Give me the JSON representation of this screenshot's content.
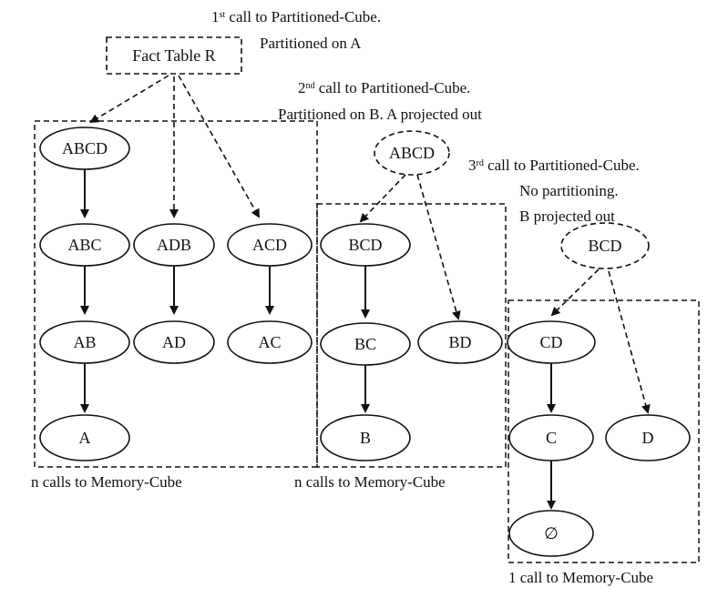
{
  "fact_table": "Fact Table R",
  "calls": {
    "first": {
      "ord": "1",
      "sup": "st",
      "line1": " call to Partitioned-Cube.",
      "line2": "Partitioned on A"
    },
    "second": {
      "ord": "2",
      "sup": "nd",
      "line1": " call to Partitioned-Cube.",
      "line2": "Partitioned on B. A projected out"
    },
    "third": {
      "ord": "3",
      "sup": "rd",
      "line1": " call to Partitioned-Cube.",
      "line2": "No partitioning.",
      "line3": "B projected out"
    }
  },
  "nodes": {
    "abcd1": "ABCD",
    "abc": "ABC",
    "adb": "ADB",
    "acd": "ACD",
    "ab": "AB",
    "ad": "AD",
    "ac": "AC",
    "a": "A",
    "abcd2": "ABCD",
    "bcd1": "BCD",
    "bc": "BC",
    "bd": "BD",
    "b": "B",
    "bcd2": "BCD",
    "cd": "CD",
    "c": "C",
    "d": "D",
    "empty": "∅"
  },
  "group_labels": {
    "left": "n calls to Memory-Cube",
    "middle": "n calls to Memory-Cube",
    "right": "1 call to Memory-Cube"
  }
}
